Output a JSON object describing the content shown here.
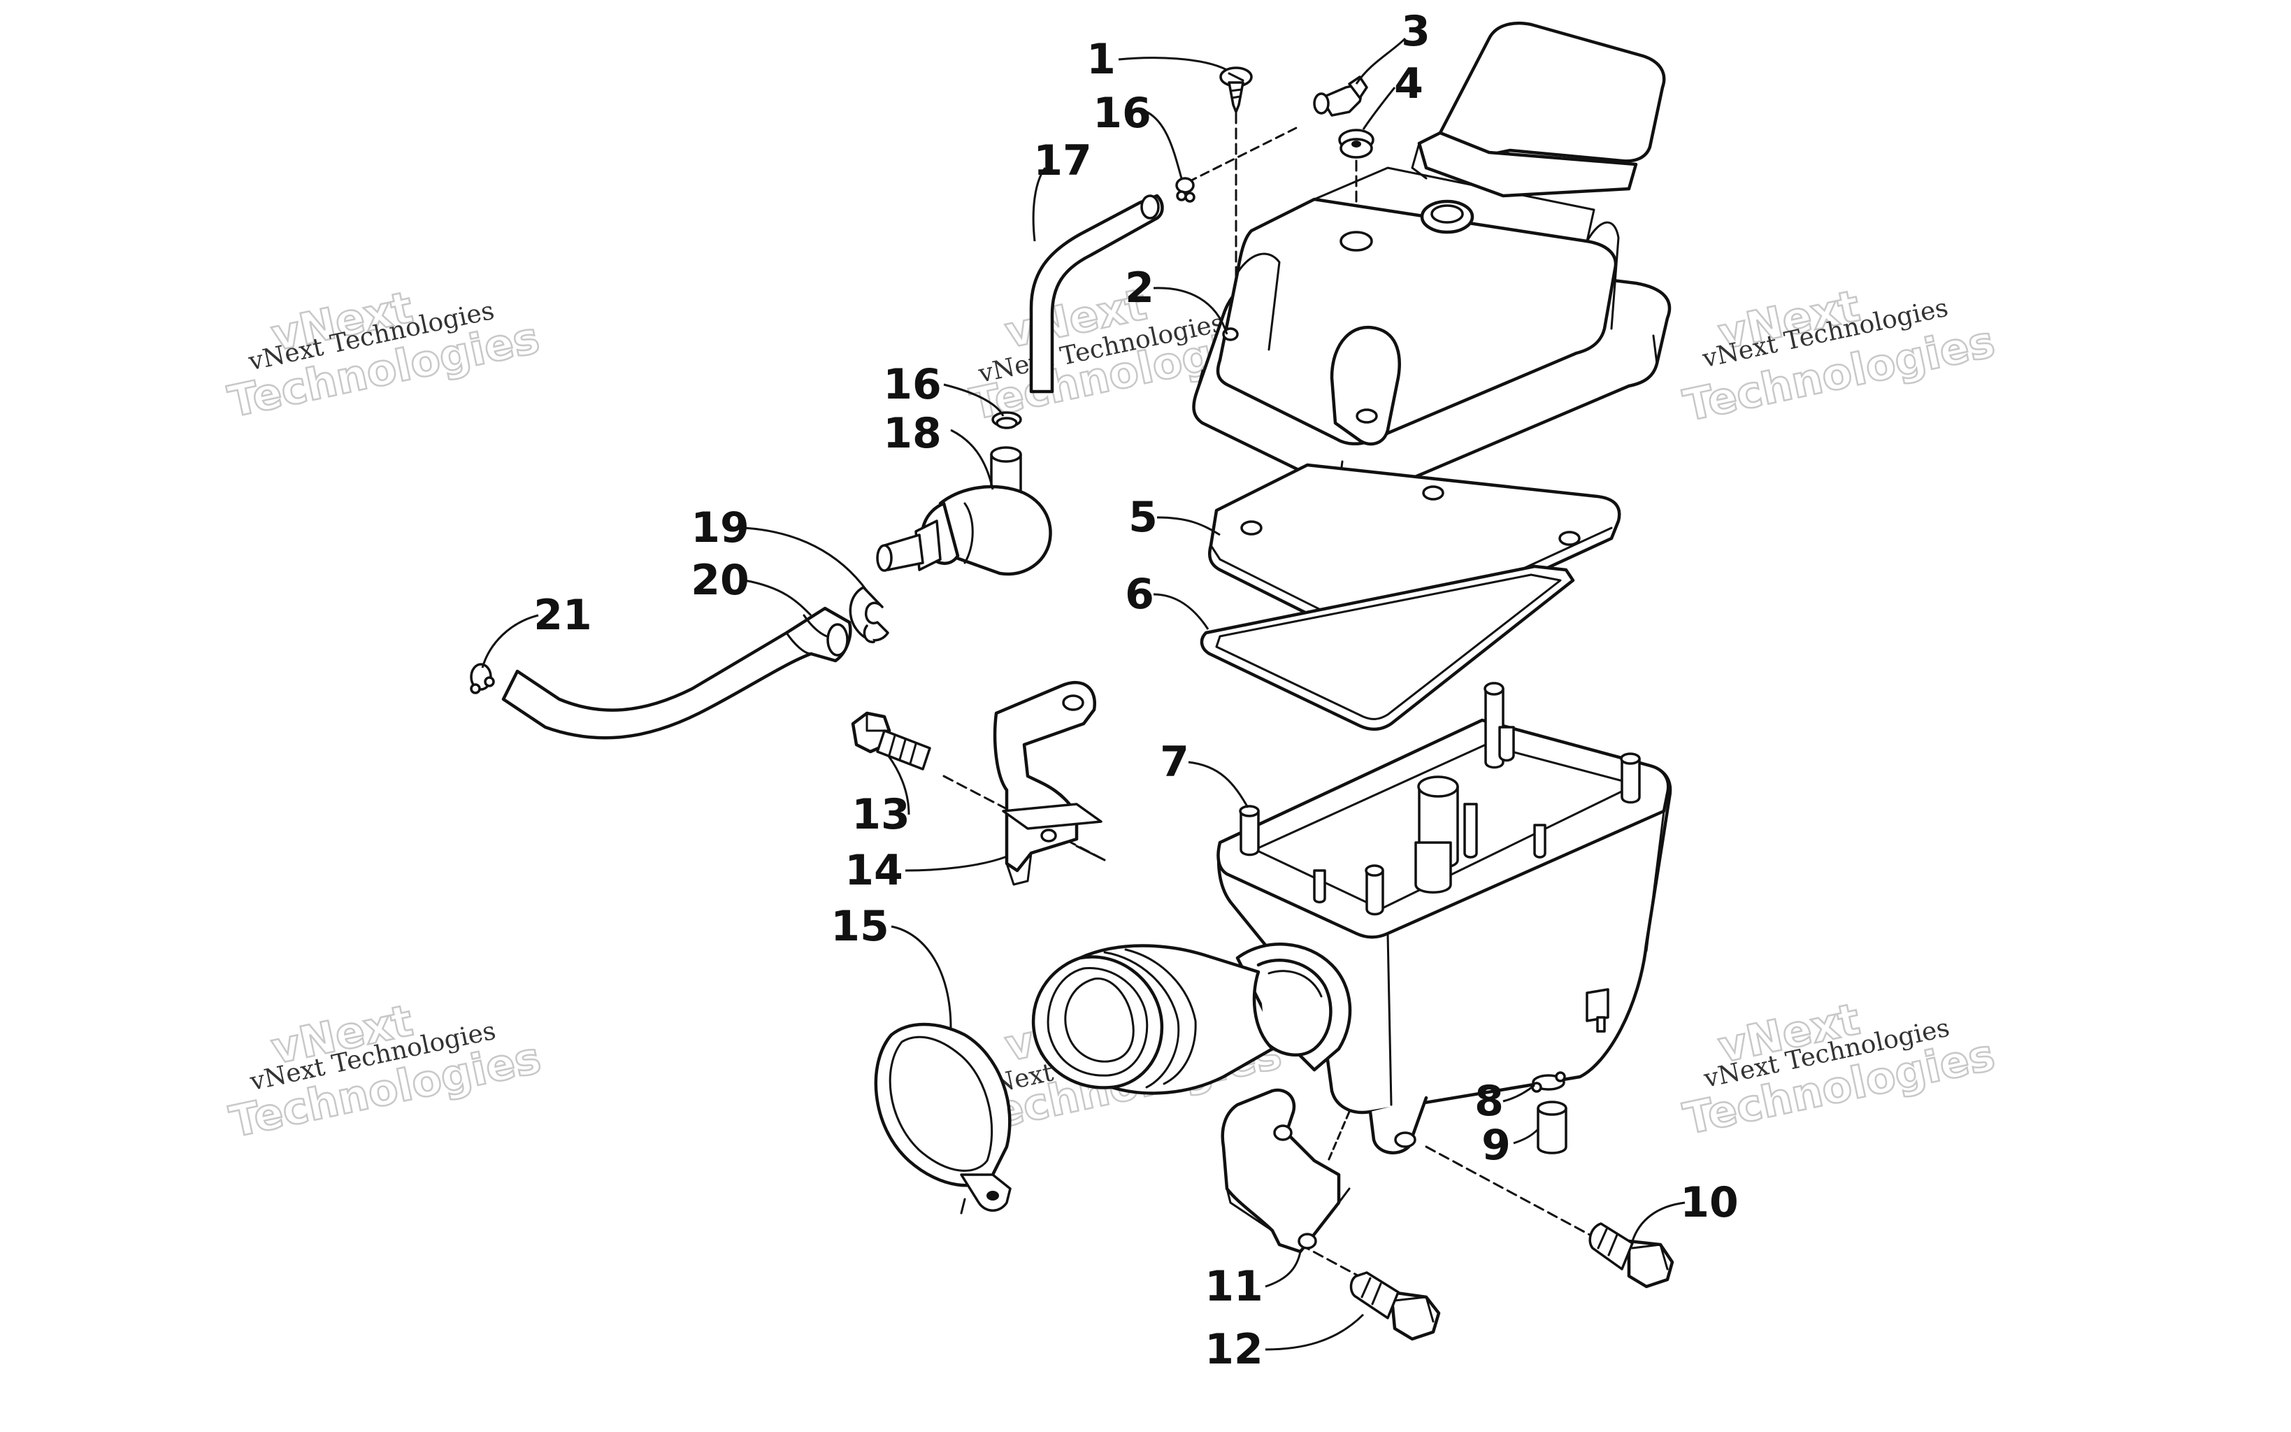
{
  "watermark": {
    "small": "vNext Technologies",
    "big_1": "vNext",
    "big_2": "Technologies"
  },
  "callouts": {
    "c1": "1",
    "c2": "2",
    "c3": "3",
    "c4": "4",
    "c5": "5",
    "c6": "6",
    "c7": "7",
    "c8": "8",
    "c9": "9",
    "c10": "10",
    "c11": "11",
    "c12": "12",
    "c13": "13",
    "c14": "14",
    "c15": "15",
    "c16a": "16",
    "c16b": "16",
    "c17": "17",
    "c18": "18",
    "c19": "19",
    "c20": "20",
    "c21": "21"
  }
}
